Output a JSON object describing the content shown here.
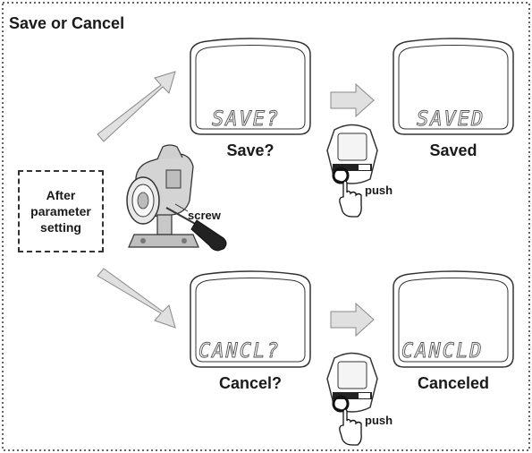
{
  "title": "Save or Cancel",
  "after_box": "After\nparameter\nsetting",
  "screw_label": "screw",
  "displays": {
    "save_q": {
      "lcd": "SAVE?",
      "caption": "Save?"
    },
    "saved": {
      "lcd": "SAVED",
      "caption": "Saved"
    },
    "cancel_q": {
      "lcd": "CANCL?",
      "caption": "Cancel?"
    },
    "canceled": {
      "lcd": "CANCLD",
      "caption": "Canceled"
    }
  },
  "push_label": "push",
  "colors": {
    "arrow_fill": "#e0e0e0",
    "line": "#333333",
    "border": "#333333"
  }
}
